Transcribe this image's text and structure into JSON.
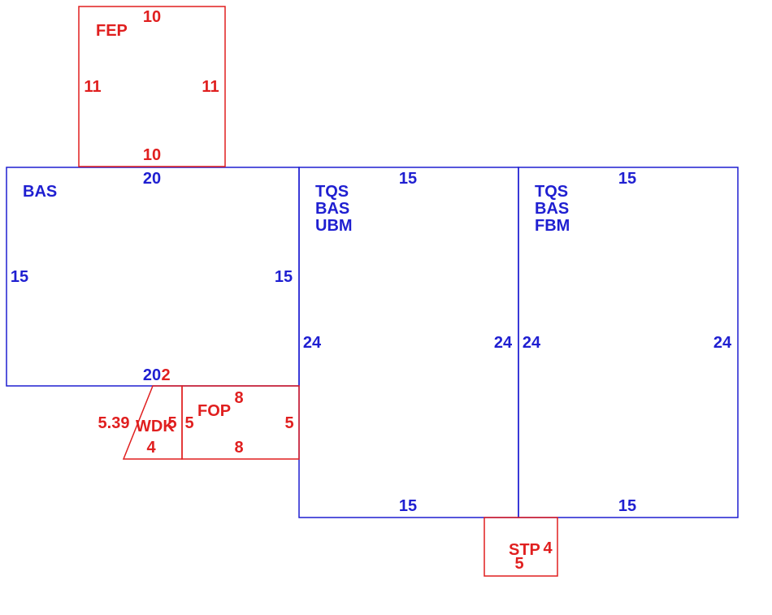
{
  "colors": {
    "blue": "#1f1fd1",
    "red": "#e01f1f",
    "background": "#ffffff"
  },
  "areas": {
    "fep": {
      "code": "FEP",
      "top": "10",
      "bottom": "10",
      "left": "11",
      "right": "11"
    },
    "bas_main": {
      "code": "BAS",
      "top": "20",
      "bottom": "20",
      "left": "15",
      "right": "15"
    },
    "tqs_ubm": {
      "codes": [
        "TQS",
        "BAS",
        "UBM"
      ],
      "top": "15",
      "bottom": "15",
      "left": "24",
      "right": "24"
    },
    "tqs_fbm": {
      "codes": [
        "TQS",
        "BAS",
        "FBM"
      ],
      "top": "15",
      "bottom": "15",
      "left": "24",
      "right": "24"
    },
    "wdk": {
      "code": "WDK",
      "top": "2",
      "bottom": "4",
      "left": "5.39",
      "right": "5"
    },
    "fop": {
      "code": "FOP",
      "top": "8",
      "bottom": "8",
      "left": "5",
      "right": "5"
    },
    "stp": {
      "code": "STP",
      "right": "4",
      "bottom": "5"
    }
  }
}
